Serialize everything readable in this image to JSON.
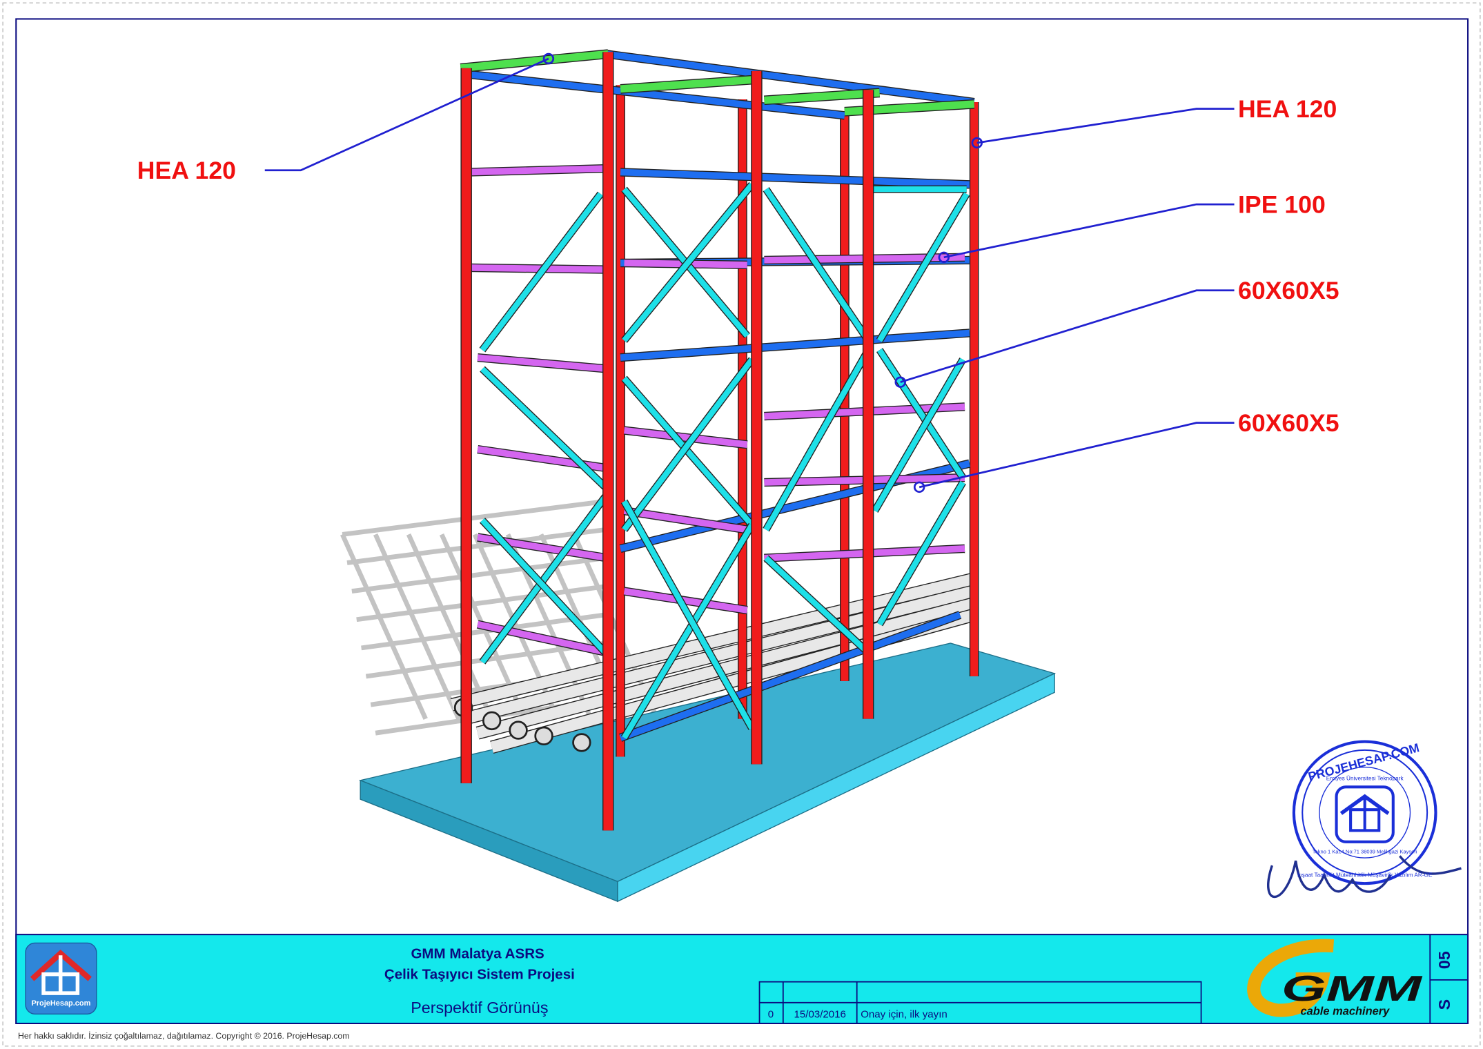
{
  "labels": [
    {
      "text": "HEA 120",
      "side": "left"
    },
    {
      "text": "HEA 120",
      "side": "right"
    },
    {
      "text": "IPE 100",
      "side": "right"
    },
    {
      "text": "60X60X5",
      "side": "right"
    },
    {
      "text": "60X60X5",
      "side": "right"
    }
  ],
  "title_block": {
    "logo_text": "ProjeHesap.com",
    "project_line1": "GMM Malatya ASRS",
    "project_line2": "Çelik Taşıyıcı Sistem Projesi",
    "drawing_title": "Perspektif Görünüş",
    "revision": {
      "no": "0",
      "date": "15/03/2016",
      "description": "Onay için, ilk yayın"
    },
    "client_logo_text": "GMM",
    "client_tagline": "cable machinery",
    "sheet_number": "05",
    "sheet_prefix": "S"
  },
  "stamp": {
    "name": "PROJEHESAP.COM",
    "inner": "Erciyes Üniversitesi Teknopark",
    "address": "Tekno 1 Kat:4 No:71 38039 Melikgazi Kayseri",
    "outer": "İnşaat Taahhüt Müteahhitlik Müşavirlik Yazılım AR-GE"
  },
  "footer": "Her hakkı saklıdır. İzinsiz çoğaltılamaz, dağıtılamaz. Copyright © 2016. ProjeHesap.com",
  "colors": {
    "column": "#f01c1c",
    "top_beam": "#4ee04e",
    "side_beam": "#d466f0",
    "long_beam": "#1e6ef0",
    "brace": "#1ee0e8",
    "slab": "#3cb0d0",
    "title_bg": "#14e8ec",
    "frame": "#0b0b80"
  }
}
